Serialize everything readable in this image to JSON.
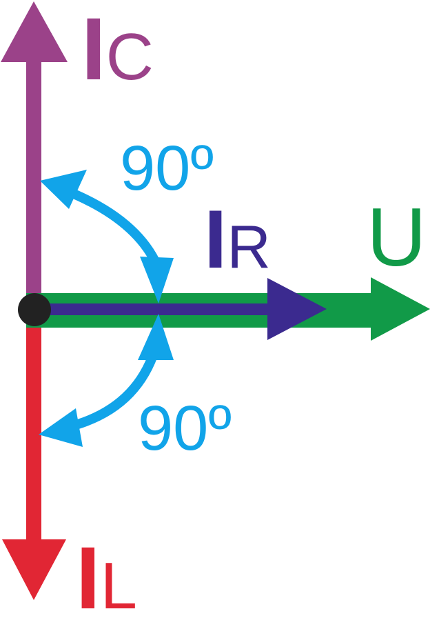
{
  "labels": {
    "ic_main": "I",
    "ic_sub": "C",
    "ir_main": "I",
    "ir_sub": "R",
    "il_main": "I",
    "il_sub": "L",
    "u": "U",
    "angle_top": "90º",
    "angle_bottom": "90º"
  },
  "colors": {
    "ic": "#9b4289",
    "il": "#e12634",
    "ir": "#3b2a8f",
    "u": "#119a48",
    "angle": "#11a4e9",
    "origin": "#222222"
  }
}
